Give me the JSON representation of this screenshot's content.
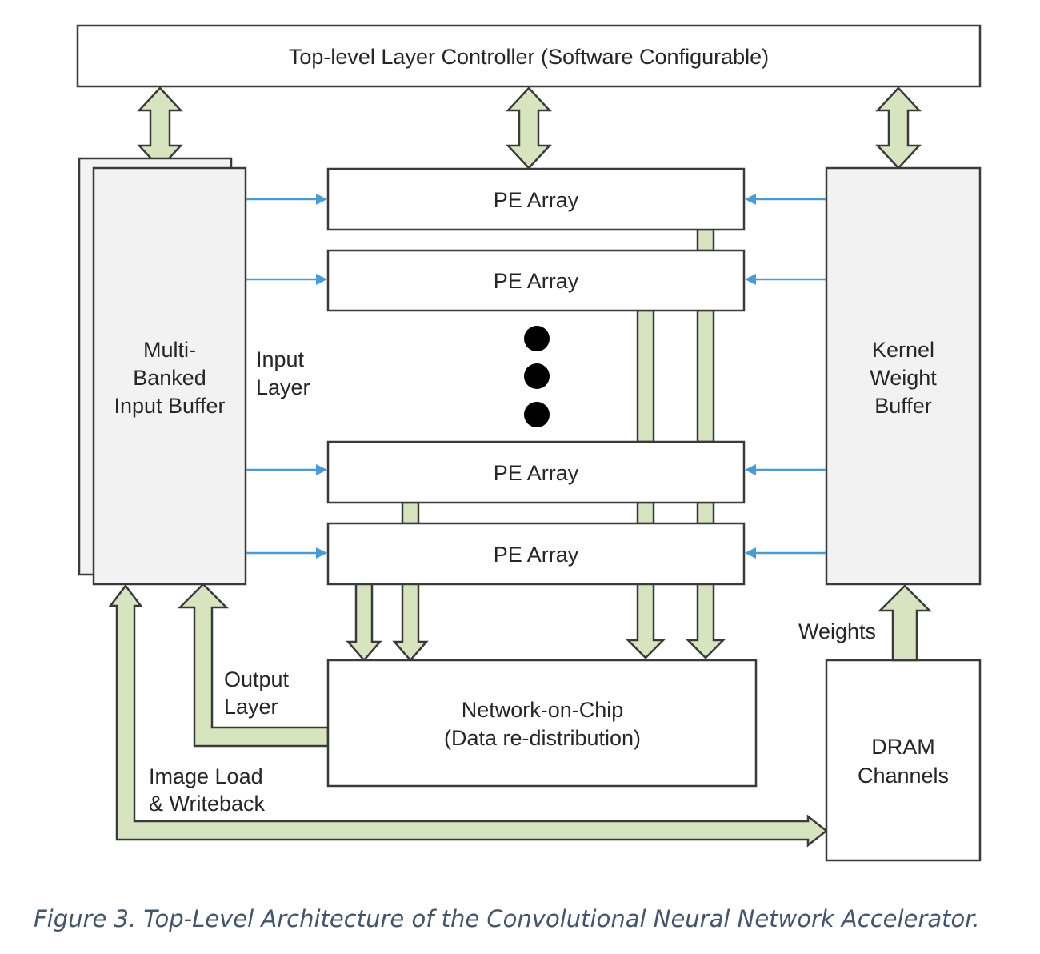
{
  "diagram": {
    "controller": {
      "label": "Top-level Layer Controller (Software Configurable)"
    },
    "input_buffer": {
      "lines": [
        "Multi-",
        "Banked",
        "Input Buffer"
      ]
    },
    "kernel_buffer": {
      "lines": [
        "Kernel",
        "Weight",
        "Buffer"
      ]
    },
    "pe_arrays": [
      {
        "label": "PE Array"
      },
      {
        "label": "PE Array"
      },
      {
        "label": "PE Array"
      },
      {
        "label": "PE Array"
      }
    ],
    "noc": {
      "lines": [
        "Network-on-Chip",
        "(Data re-distribution)"
      ]
    },
    "dram": {
      "lines": [
        "DRAM",
        "Channels"
      ]
    },
    "labels": {
      "input_layer": [
        "Input",
        "Layer"
      ],
      "output_layer": [
        "Output",
        "Layer"
      ],
      "image_load": [
        "Image Load",
        "& Writeback"
      ],
      "weights": "Weights"
    },
    "colors": {
      "bus_fill": "#d8e4bf",
      "buffer_fill": "#f2f2f2",
      "signal_arrow": "#4a9ad4",
      "caption": "#44546a"
    }
  },
  "caption": "Figure 3. Top-Level Architecture of the Convolutional Neural Network Accelerator."
}
